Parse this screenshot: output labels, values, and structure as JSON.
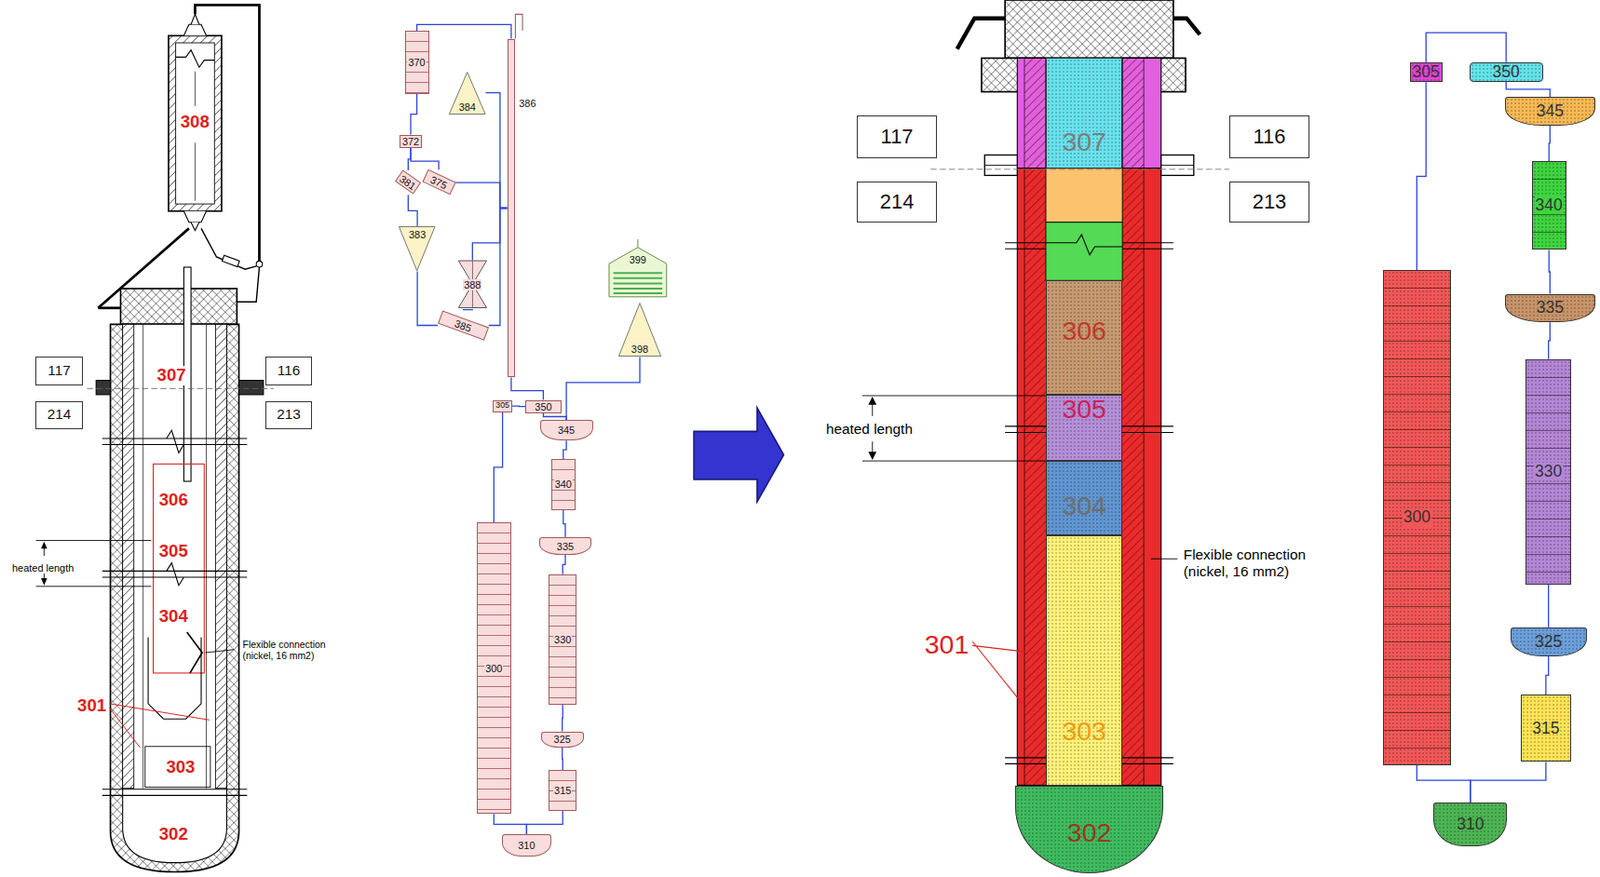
{
  "diagram": {
    "nodes": [
      {
        "text": [
          "117"
        ]
      },
      {
        "text": [
          "116"
        ]
      },
      {
        "text": [
          "214"
        ]
      },
      {
        "text": [
          "213"
        ]
      },
      {
        "text": [
          "370"
        ]
      },
      {
        "text": [
          "384"
        ]
      },
      {
        "text": [
          "386"
        ]
      },
      {
        "text": [
          "372"
        ]
      },
      {
        "text": [
          "381"
        ]
      },
      {
        "text": [
          "375"
        ]
      },
      {
        "text": [
          "383"
        ]
      },
      {
        "text": [
          "399"
        ]
      },
      {
        "text": [
          "388"
        ]
      },
      {
        "text": [
          "385"
        ]
      },
      {
        "text": [
          "398"
        ]
      },
      {
        "text": [
          "305"
        ]
      },
      {
        "text": [
          "350"
        ]
      },
      {
        "text": [
          "345"
        ]
      },
      {
        "text": [
          "340"
        ]
      },
      {
        "text": [
          "300"
        ]
      },
      {
        "text": [
          "335"
        ]
      },
      {
        "text": [
          "330"
        ]
      },
      {
        "text": [
          "325"
        ]
      },
      {
        "text": [
          "315"
        ]
      },
      {
        "text": [
          "310"
        ]
      },
      {
        "text": [
          "117"
        ]
      },
      {
        "text": [
          "116"
        ]
      },
      {
        "text": [
          "307"
        ]
      },
      {
        "text": [
          "214"
        ]
      },
      {
        "text": [
          "213"
        ]
      },
      {
        "text": [
          "306"
        ]
      },
      {
        "text": [
          "305"
        ]
      },
      {
        "text": [
          "304"
        ]
      },
      {
        "text": [
          "303"
        ]
      },
      {
        "text": [
          "302"
        ]
      },
      {
        "text": [
          "305"
        ]
      },
      {
        "text": [
          "350"
        ]
      },
      {
        "text": [
          "345"
        ]
      },
      {
        "text": [
          "340"
        ]
      },
      {
        "text": [
          "300"
        ]
      },
      {
        "text": [
          "335"
        ]
      },
      {
        "text": [
          "330"
        ]
      },
      {
        "text": [
          "325"
        ]
      },
      {
        "text": [
          "315"
        ]
      },
      {
        "text": [
          "310"
        ]
      }
    ],
    "edges": [
      {
        "from": 4,
        "to": 7,
        "arrow": "none"
      },
      {
        "from": 7,
        "to": 8,
        "arrow": "none"
      },
      {
        "from": 7,
        "to": 9,
        "arrow": "none"
      },
      {
        "from": 8,
        "to": 10,
        "arrow": "none"
      },
      {
        "from": 10,
        "to": 13,
        "arrow": "none"
      },
      {
        "from": 9,
        "to": 6,
        "arrow": "none"
      },
      {
        "from": 12,
        "to": 6,
        "arrow": "none"
      },
      {
        "from": 12,
        "to": 13,
        "arrow": "none"
      },
      {
        "from": 13,
        "to": 6,
        "arrow": "none"
      },
      {
        "from": 5,
        "to": 6,
        "arrow": "none"
      },
      {
        "from": 4,
        "to": 6,
        "arrow": "none"
      },
      {
        "from": 6,
        "to": 16,
        "arrow": "none"
      },
      {
        "from": 19,
        "to": 15,
        "arrow": "none"
      },
      {
        "from": 15,
        "to": 16,
        "arrow": "none"
      },
      {
        "from": 16,
        "to": 17,
        "arrow": "none"
      },
      {
        "from": 14,
        "to": 17,
        "arrow": "none"
      },
      {
        "from": 17,
        "to": 18,
        "arrow": "none"
      },
      {
        "from": 18,
        "to": 20,
        "arrow": "none"
      },
      {
        "from": 20,
        "to": 21,
        "arrow": "none"
      },
      {
        "from": 21,
        "to": 22,
        "arrow": "none"
      },
      {
        "from": 22,
        "to": 23,
        "arrow": "none"
      },
      {
        "from": 23,
        "to": 24,
        "arrow": "none"
      },
      {
        "from": 19,
        "to": 24,
        "arrow": "none"
      },
      {
        "from": 39,
        "to": 35,
        "arrow": "none"
      },
      {
        "from": 35,
        "to": 36,
        "arrow": "none"
      },
      {
        "from": 36,
        "to": 37,
        "arrow": "none"
      },
      {
        "from": 37,
        "to": 38,
        "arrow": "none"
      },
      {
        "from": 38,
        "to": 40,
        "arrow": "none"
      },
      {
        "from": 40,
        "to": 41,
        "arrow": "none"
      },
      {
        "from": 41,
        "to": 42,
        "arrow": "none"
      },
      {
        "from": 42,
        "to": 43,
        "arrow": "none"
      },
      {
        "from": 43,
        "to": 44,
        "arrow": "none"
      },
      {
        "from": 39,
        "to": 44,
        "arrow": "none"
      }
    ],
    "labels": [
      "308",
      "307",
      "306",
      "305",
      "304",
      "303",
      "302",
      "301",
      "heated length",
      "Flexible connection (nickel, 16 mm2)",
      "heated length",
      "Flexible connection (nickel, 16 mm2)",
      "301"
    ]
  }
}
